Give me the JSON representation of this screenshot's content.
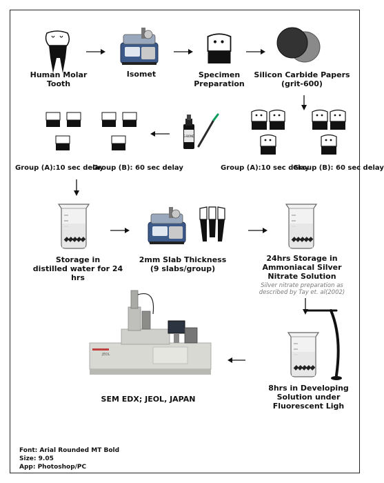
{
  "steps": {
    "molar": {
      "line1": "Human Molar",
      "line2": "Tooth"
    },
    "isomet": {
      "line1": "Isomet"
    },
    "specimen": {
      "line1": "Specimen",
      "line2": "Preparation"
    },
    "papers": {
      "line1": "Silicon Carbide Papers",
      "line2": "(grit-600)"
    },
    "groups_right": {
      "a": "Group (A):10 sec delay",
      "b": "Group (B): 60 sec delay"
    },
    "groups_left": {
      "a": "Group (A):10 sec delay",
      "b": "Group (B): 60 sec delay"
    },
    "storage": {
      "line1": "Storage in",
      "line2": "distilled water for 24 hrs"
    },
    "slab": {
      "line1": "2mm Slab Thickness",
      "line2": "(9 slabs/group)"
    },
    "silver": {
      "line1": "24hrs Storage in",
      "line2": "Ammoniacal Silver",
      "line3": "Nitrate Solution"
    },
    "silver_note": {
      "line1": "Silver nitrate preparation as",
      "line2": "described by Tay et. al(2002)"
    },
    "developing": {
      "line1": "8hrs in Developing",
      "line2": "Solution under",
      "line3": "Fluorescent Ligh"
    },
    "sem": {
      "line1": "SEM EDX; JEOL, JAPAN"
    }
  },
  "footer": {
    "font": "Font: Arial Rounded MT Bold",
    "size": "Size: 9.05",
    "app": "App: Photoshop/PC"
  },
  "bottle_text": "G-BOND",
  "sem_brand": "JEOL",
  "colors": {
    "frame": "#222222",
    "tooth_crown": "#ffffff",
    "tooth_root": "#000000",
    "machine_blue": "#3b5a8a",
    "note_grey": "#7a7a7a"
  }
}
